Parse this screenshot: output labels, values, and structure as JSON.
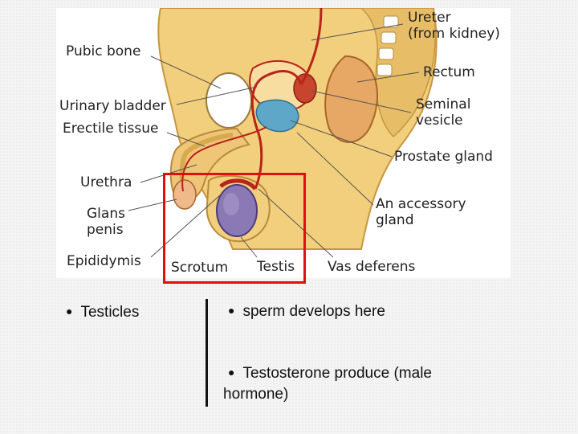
{
  "labels": {
    "ureter": "Ureter\n(from kidney)",
    "pubic_bone": "Pubic bone",
    "rectum": "Rectum",
    "urinary_bladder": "Urinary bladder",
    "erectile_tissue": "Erectile tissue",
    "seminal_vesicle": "Seminal\nvesicle",
    "prostate_gland": "Prostate gland",
    "urethra": "Urethra",
    "glans_penis": "Glans\npenis",
    "accessory_gland": "An accessory\ngland",
    "epididymis": "Epididymis",
    "scrotum": "Scrotum",
    "testis": "Testis",
    "vas_deferens": "Vas deferens"
  },
  "bullets": {
    "left": "Testicles",
    "right_1": "sperm develops here",
    "right_2": "Testosterone produce (male hormone)"
  },
  "colors": {
    "highlight_box": "#e01010",
    "tissue": "#f2cf7c",
    "tissue_dark": "#d9a94d",
    "duct": "#b8231a",
    "testis": "#8b79b5",
    "gland": "#5fa7c9"
  }
}
